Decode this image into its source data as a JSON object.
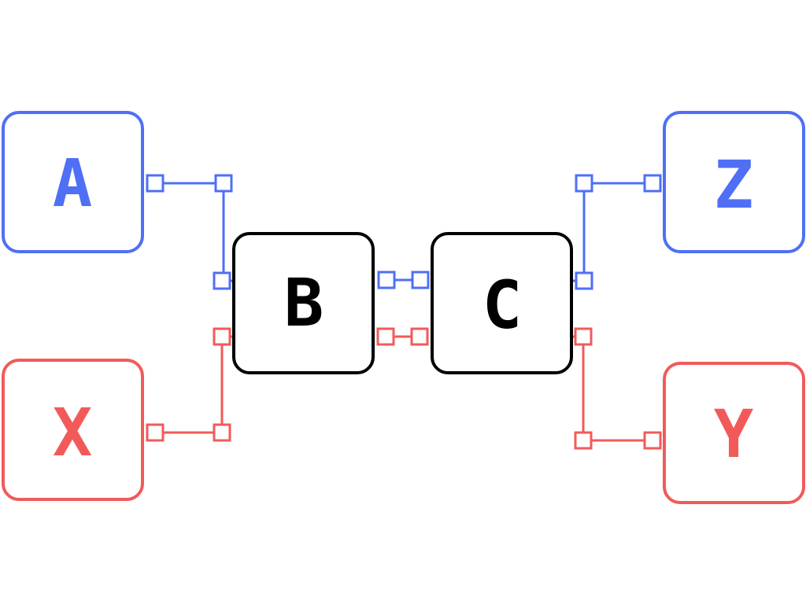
{
  "colors": {
    "blue": "#4f6ff5",
    "red": "#f25a5a",
    "black": "#000000",
    "background": "#ffffff"
  },
  "nodes": {
    "a": {
      "label": "A",
      "color": "blue"
    },
    "b": {
      "label": "B",
      "color": "black"
    },
    "c": {
      "label": "C",
      "color": "black"
    },
    "x": {
      "label": "X",
      "color": "red"
    },
    "y": {
      "label": "Y",
      "color": "red"
    },
    "z": {
      "label": "Z",
      "color": "blue"
    }
  },
  "edges": [
    {
      "from": "A",
      "to": "B",
      "color": "blue"
    },
    {
      "from": "X",
      "to": "B",
      "color": "red"
    },
    {
      "from": "B",
      "to": "C",
      "color": "blue"
    },
    {
      "from": "B",
      "to": "C",
      "color": "red"
    },
    {
      "from": "C",
      "to": "Z",
      "color": "blue"
    },
    {
      "from": "C",
      "to": "Y",
      "color": "red"
    }
  ]
}
